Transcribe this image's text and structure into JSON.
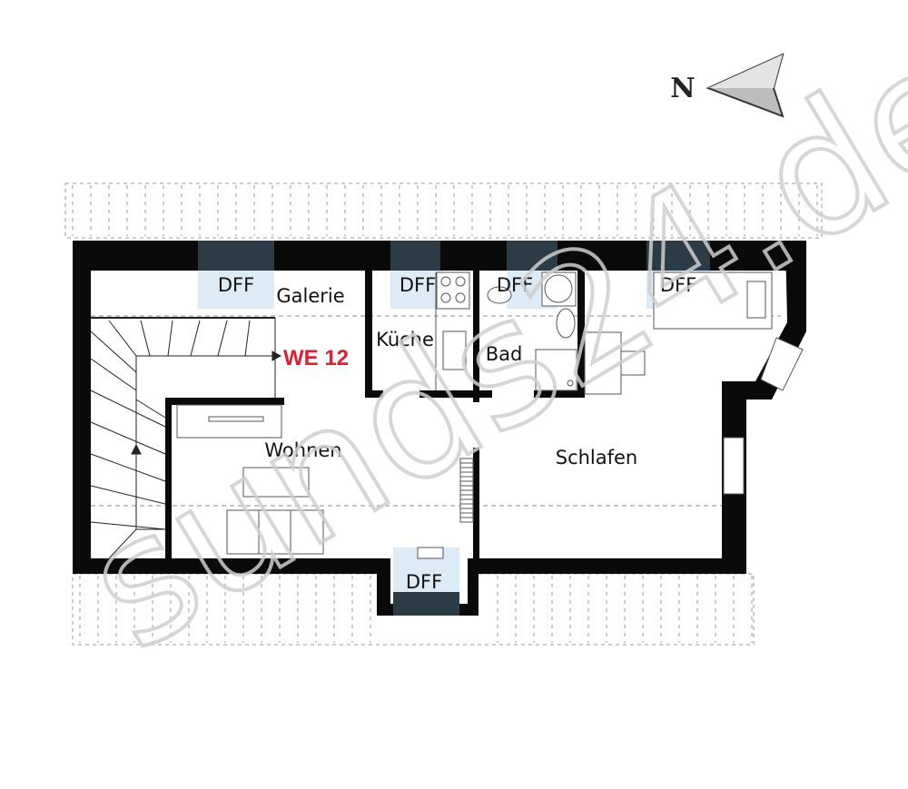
{
  "compass": {
    "label": "N"
  },
  "unit_label": "WE 12",
  "rooms": {
    "galerie": "Galerie",
    "kueche": "Küche",
    "bad": "Bad",
    "wohnen": "Wohnen",
    "schlafen": "Schlafen"
  },
  "windows": [
    "DFF",
    "DFF",
    "DFF",
    "DFF",
    "DFF"
  ],
  "watermark": "sunds24.de",
  "colors": {
    "wall": "#0a0a0a",
    "window_glass": "#dcebf6",
    "window_frame": "#2c3c46",
    "unit_label": "#e0202f"
  }
}
